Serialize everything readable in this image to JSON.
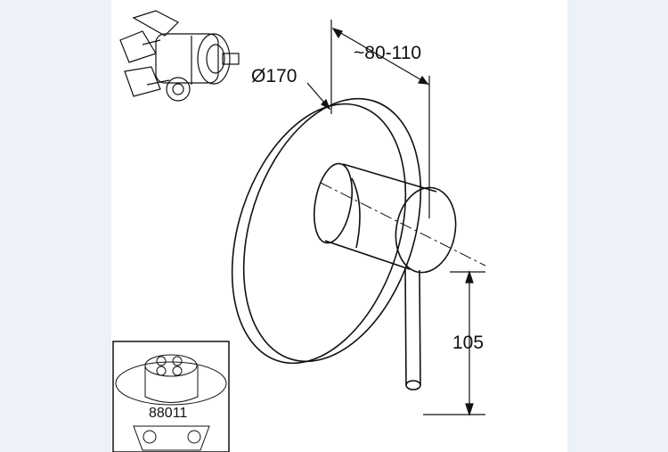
{
  "drawing": {
    "diameter_label": "Ø170",
    "depth_label": "~80-110",
    "height_label": "105",
    "inset_part_number": "88011"
  },
  "colors": {
    "background": "#edf1f9",
    "sheet": "#ffffff",
    "line": "#111111"
  }
}
